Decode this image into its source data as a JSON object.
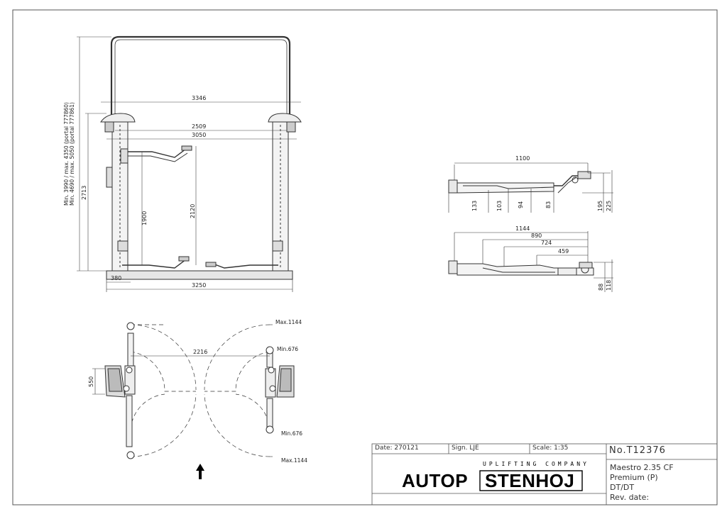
{
  "front_view": {
    "height_note_1": "Min. 3990 / max. 4350 (portal 777860)",
    "height_note_2": "Min. 4690 / max. 5050 (portal 777861)",
    "dim_overall_width": "3346",
    "dim_inner_width": "2509",
    "dim_column_width": "3050",
    "dim_column_height": "2713",
    "dim_lift_height": "1900",
    "dim_drive_height": "2120",
    "dim_base_offset": "380",
    "dim_base_width": "3250"
  },
  "side_view_top": {
    "dim_arm_length": "1100",
    "dims_bottom": [
      "133",
      "103",
      "94",
      "83"
    ],
    "dim_pad_height": "195",
    "dim_total_height": "225"
  },
  "side_view_bottom": {
    "dims_top": [
      "1144",
      "890",
      "724",
      "459"
    ],
    "dim_pad_height": "88",
    "dim_total_height": "118"
  },
  "plan_view": {
    "dim_between": "2216",
    "dim_side": "550",
    "max_reach_1": "Max.1144",
    "min_reach_1": "Min.676",
    "min_reach_2": "Min.676",
    "max_reach_2": "Max.1144",
    "direction_arrow": "arrow-up-icon"
  },
  "title_block": {
    "date": "Date: 270121",
    "sign": "Sign. LJE",
    "scale": "Scale: 1:35",
    "number": "No.T12376",
    "tagline": "UPLIFTING COMPANY",
    "brand_left": "AUTOP",
    "brand_right": "STENHOJ",
    "model_line_1": "Maestro 2.35 CF",
    "model_line_2": "Premium (P)",
    "model_line_3": "DT/DT",
    "rev_date": "Rev. date:"
  }
}
